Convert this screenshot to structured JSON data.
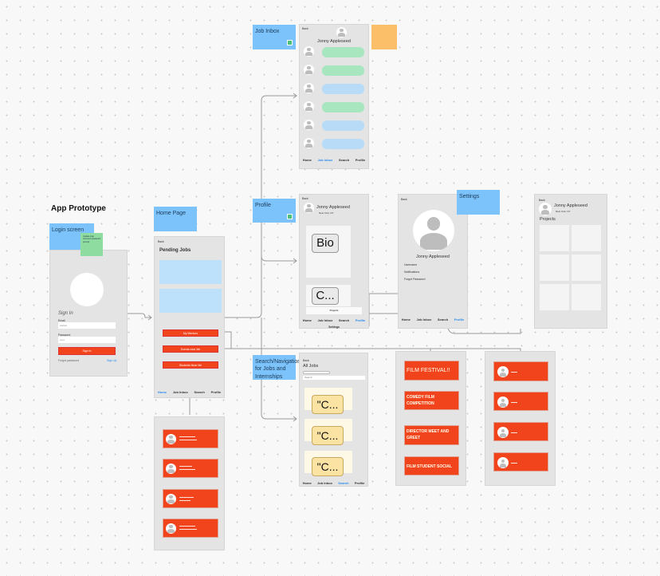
{
  "title": "App Prototype",
  "stickies": {
    "login": "Login screen",
    "home": "Home Page",
    "inbox": "Job Inbox",
    "profile": "Profile",
    "settings": "Settings",
    "search": "Search/Navigation for Jobs and Internships"
  },
  "notes": {
    "green": [
      "Update logo",
      "Incorrect password prompt"
    ]
  },
  "nav": {
    "home": "Home",
    "inbox": "Job Inbox",
    "search": "Search",
    "profile": "Profile"
  },
  "login": {
    "signin": "Sign In",
    "email_label": "Email",
    "email_value": "xxxxxx",
    "password_label": "Password",
    "password_value": "••••••",
    "button": "Sign In",
    "forgot": "Forgot password",
    "signup": "Sign Up"
  },
  "home": {
    "back": "Back",
    "heading": "Pending Jobs",
    "buttons": [
      "My Mentors",
      "Events near Me",
      "Students Near Me"
    ]
  },
  "inbox": {
    "back": "Back",
    "name": "Jonny Appleseed"
  },
  "profile": {
    "back": "Back",
    "name": "Jonny Appleseed",
    "location": "New York, NY",
    "bio_tip": "Bio",
    "contact_tip": "C...",
    "projects": "Projects",
    "settings": "Settings"
  },
  "settings": {
    "back": "Back",
    "name": "Jonny Appleseed",
    "items": [
      "Username",
      "Notifications",
      "Forgot Password"
    ]
  },
  "projects": {
    "back": "Back",
    "name": "Jonny Appleseed",
    "location": "New York, NY",
    "heading": "Projects"
  },
  "search": {
    "back": "Back",
    "heading": "All Jobs",
    "search_placeholder": "Search",
    "tip": "\"C..."
  },
  "events": [
    "FILM FESTIVAL!!",
    "COMEDY FILM COMPETITION",
    "DIRECTOR MEET AND GREET",
    "FILM STUDENT SOCIAL"
  ],
  "colors": {
    "accent": "#f2441c",
    "sticky": "#7cc3fb",
    "green": "#a8e6c0",
    "blue": "#b8dcf8"
  }
}
